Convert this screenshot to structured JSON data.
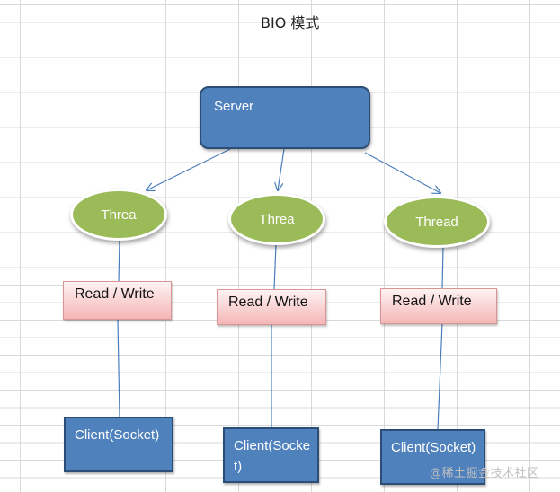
{
  "title": "BIO  模式",
  "server": {
    "label": "Server"
  },
  "columns": [
    {
      "thread": "Threa",
      "rw": "Read / Write",
      "client": "Client(Socket)"
    },
    {
      "thread": "Threa",
      "rw": "Read / Write",
      "client": "Client(Socket)"
    },
    {
      "thread": "Thread",
      "rw": "Read / Write",
      "client": "Client(Socket)"
    }
  ],
  "watermark": "@稀土掘金技术社区",
  "colors": {
    "server_fill": "#4f81bd",
    "thread_fill": "#9bbb59",
    "rw_fill": "#f4b6b6",
    "connector": "#4a7ebb"
  }
}
